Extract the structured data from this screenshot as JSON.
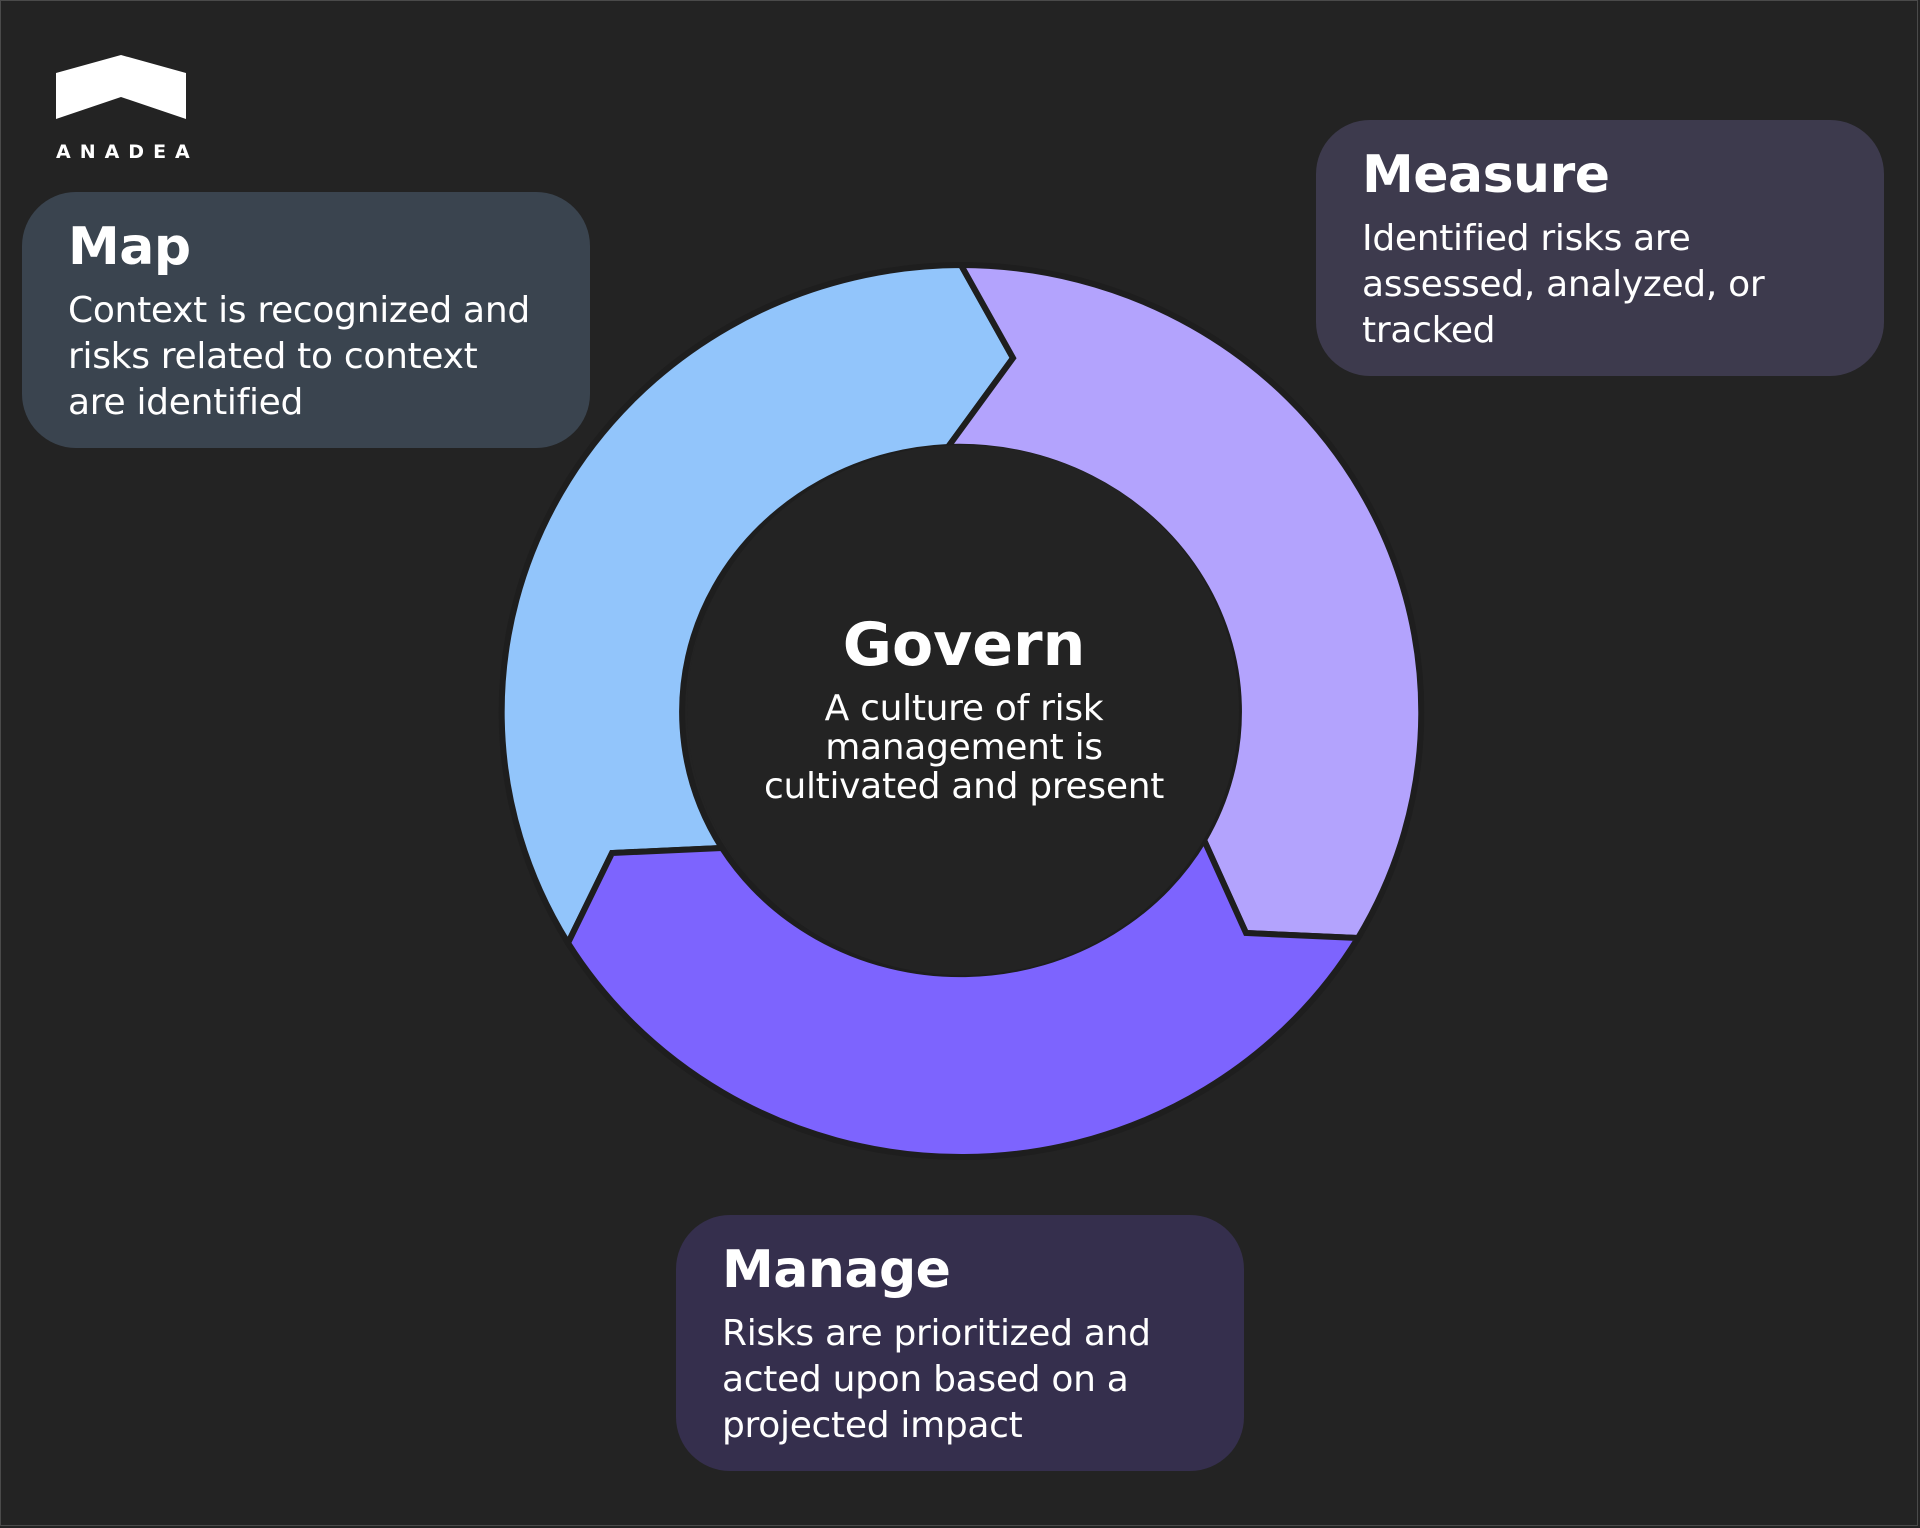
{
  "brand": {
    "name": "ANADEA",
    "logo_icon": "house-roof-icon"
  },
  "colors": {
    "background": "#232323",
    "map_segment": "#92c5fb",
    "measure_segment": "#b3a3fd",
    "manage_segment": "#7d64fe",
    "map_card": "#3a444f",
    "measure_card": "#3d3a4d",
    "manage_card": "#352f4d"
  },
  "center": {
    "title": "Govern",
    "description": "A culture of risk management is cultivated and present"
  },
  "cards": {
    "map": {
      "title": "Map",
      "description": "Context is recognized and risks related to context are identified"
    },
    "measure": {
      "title": "Measure",
      "description": "Identified risks are assessed, analyzed, or tracked"
    },
    "manage": {
      "title": "Manage",
      "description": "Risks are prioritized and acted upon based on a projected impact"
    }
  }
}
